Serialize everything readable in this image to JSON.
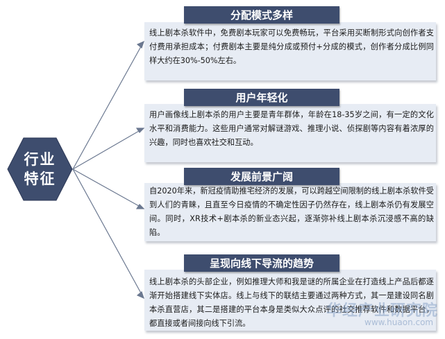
{
  "center": {
    "line1": "行业",
    "line2": "特征"
  },
  "sections": [
    {
      "title": "分配模式多样",
      "body": "线上剧本杀软件中，免费剧本玩家可以免费畅玩，平台采用买断制形式向创作者支付费用承担成本；付费剧本主要是纯分成或预付+分成的模式，创作者分成比例同样大约在30%-50%左右。"
    },
    {
      "title": "用户年轻化",
      "body": "用户画像线上剧本杀的用户主要是青年群体，年龄在18-35岁之间，有一定的文化水平和消费能力。这些用户通常对解谜游戏、推理小说、侦探剧等内容有着浓厚的兴趣，同时也喜欢社交和互动。"
    },
    {
      "title": "发展前景广阔",
      "body": "自2020年来，新冠疫情助推宅经济的发展，可以跨越空间限制的线上剧本杀软件受到人们的青睐，且直至今日疫情的不确定性因子仍然存在，线上剧本杀仍有发展空间。同时，XR技术+剧本杀的新业态兴起，逐渐弥补线上剧本杀沉浸感不高的缺陷。"
    },
    {
      "title": "呈现向线下导流的趋势",
      "body": "线上剧本杀的头部企业，例如推理大师和我是谜的所属企业在打造线上产品后都逐渐开始搭建线下实体店。线上与线下的联结主要通过两种方式，其一是建设同名剧本杀直营店，其二是搭建的平台本身是类似大众点评的社交推荐软件和数据平台，都直接或者间接向线下引流。"
    }
  ],
  "watermark": {
    "text": "华经产业研究院",
    "url": "www.huaon.com"
  },
  "colors": {
    "hex": "#3e4d6e",
    "title_bg": "#3e4d6e",
    "panel_bg": "#e7ecf4",
    "connector": "#6b7890"
  }
}
